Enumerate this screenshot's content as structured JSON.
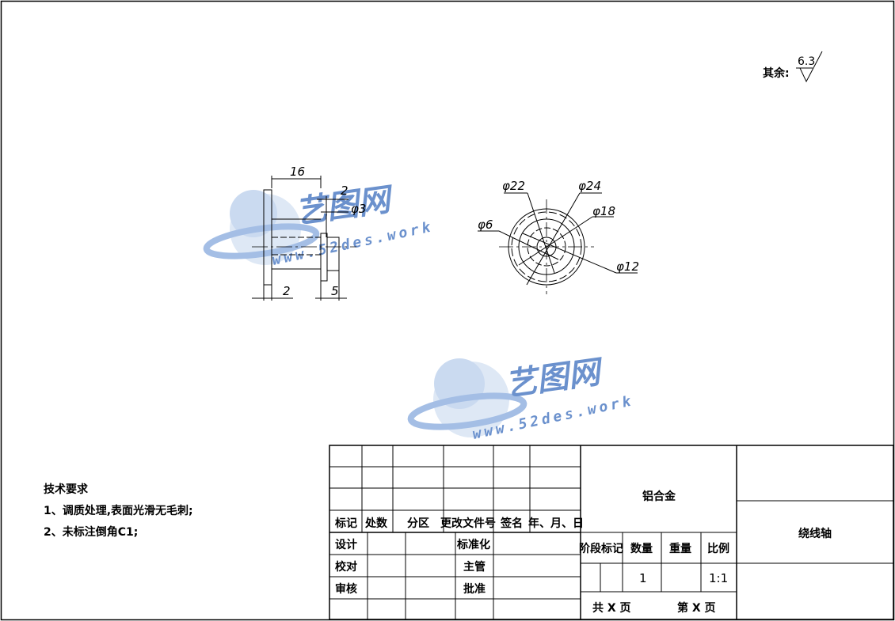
{
  "roughness": {
    "label": "其余:",
    "value": "6.3"
  },
  "watermark": {
    "brand": "艺图网",
    "url": "www.52des.work"
  },
  "side_view_dims": {
    "length": "16",
    "d_small": "2",
    "d_hole": "φ3",
    "left_thk": "2",
    "right_w": "5"
  },
  "front_view_dims": {
    "d22": "φ22",
    "d24": "φ24",
    "d18": "φ18",
    "d6": "φ6",
    "d12": "φ12"
  },
  "tech_requirements": {
    "heading": "技术要求",
    "items": [
      "1、调质处理,表面光滑无毛刺;",
      "2、未标注倒角C1;"
    ]
  },
  "title_block": {
    "revision_headers": [
      "标记",
      "处数",
      "分区",
      "更改文件号",
      "签名",
      "年、月、日"
    ],
    "roles": [
      "设计",
      "校对",
      "审核"
    ],
    "roles2": [
      "标准化",
      "主管",
      "批准"
    ],
    "material": "铝合金",
    "part_name": "绕线轴",
    "stage_headers": [
      "阶段标记",
      "数量",
      "重量",
      "比例"
    ],
    "quantity": "1",
    "scale": "1:1",
    "total_pages": "共  X  页",
    "page_no": "第  X  页"
  }
}
